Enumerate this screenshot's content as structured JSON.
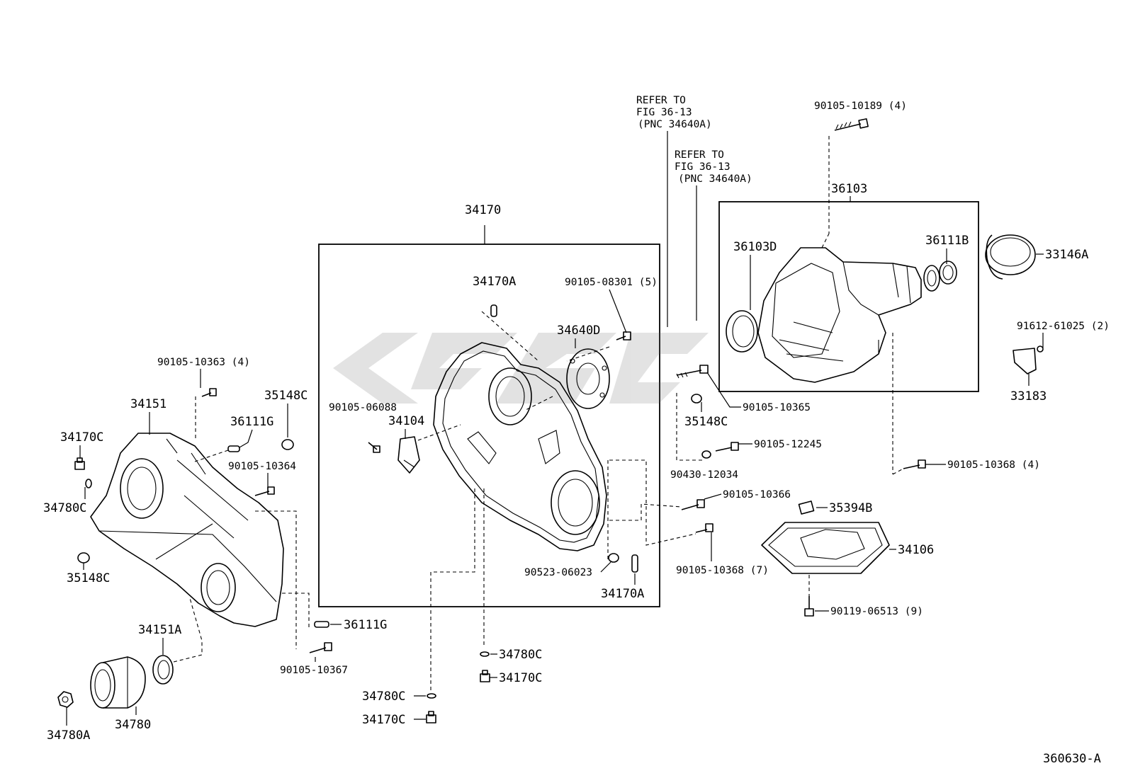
{
  "diagram": {
    "figure_number": "360630-A",
    "groups": {
      "center_plate": "34170",
      "extension": "36103"
    },
    "refer_notes": [
      {
        "line1": "REFER TO",
        "line2": "FIG 36-13",
        "line3": "(PNC 34640A)"
      },
      {
        "line1": "REFER TO",
        "line2": "FIG 36-13",
        "line3": "(PNC 34640A)"
      }
    ],
    "labels": {
      "p90105_10189": "90105-10189 (4)",
      "p36103D": "36103D",
      "p36111B": "36111B",
      "p33146A": "33146A",
      "p91612_61025": "91612-61025 (2)",
      "p33183": "33183",
      "p34170A_top": "34170A",
      "p90105_08301": "90105-08301 (5)",
      "p34640D": "34640D",
      "p90105_06088": "90105-06088",
      "p34104": "34104",
      "p90105_10365": "90105-10365",
      "p35148C_mid": "35148C",
      "p90105_12245": "90105-12245",
      "p90430_12034": "90430-12034",
      "p90105_10368_4": "90105-10368 (4)",
      "p90105_10366": "90105-10366",
      "p35394B": "35394B",
      "p34106": "34106",
      "p90105_10368_7": "90105-10368 (7)",
      "p90523_06023": "90523-06023",
      "p34170A_bot": "34170A",
      "p90119_06513": "90119-06513 (9)",
      "p90105_10363": "90105-10363 (4)",
      "p34151": "34151",
      "p35148C_top": "35148C",
      "p36111G_top": "36111G",
      "p34170C_left": "34170C",
      "p90105_10364": "90105-10364",
      "p34780C_left": "34780C",
      "p35148C_left": "35148C",
      "p36111G_bot": "36111G",
      "p90105_10367": "90105-10367",
      "p34151A": "34151A",
      "p34780": "34780",
      "p34780A": "34780A",
      "p34780C_mid": "34780C",
      "p34170C_mid": "34170C",
      "p34780C_low": "34780C",
      "p34170C_low": "34170C"
    }
  }
}
